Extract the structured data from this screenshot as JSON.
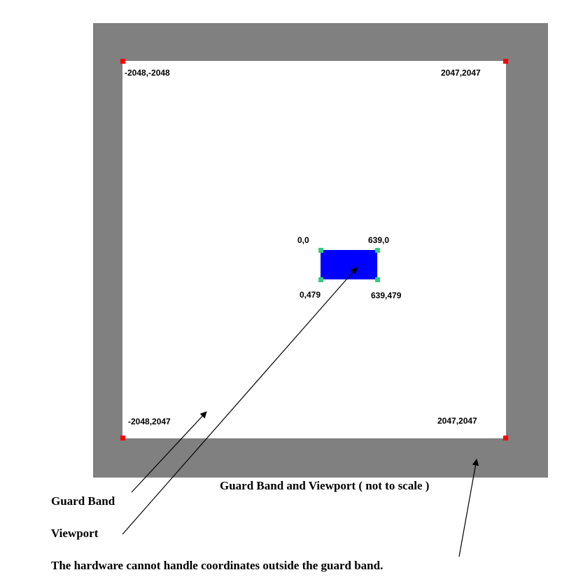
{
  "colors": {
    "outer_region": "#808080",
    "guard_band_fill": "#ffffff",
    "viewport_fill": "#0000ff",
    "guard_band_corner": "#ff0000",
    "viewport_corner": "#33cc80",
    "text": "#000000"
  },
  "guard_band": {
    "top_left": "-2048,-2048",
    "top_right": "2047,2047",
    "bottom_left": "-2048,2047",
    "bottom_right": "2047,2047"
  },
  "viewport": {
    "top_left": "0,0",
    "top_right": "639,0",
    "bottom_left": "0,479",
    "bottom_right": "639,479"
  },
  "captions": {
    "title": "Guard Band and Viewport ( not to scale )",
    "guard_band_label": "Guard Band",
    "viewport_label": "Viewport",
    "note": "The hardware cannot handle coordinates outside the guard band."
  }
}
